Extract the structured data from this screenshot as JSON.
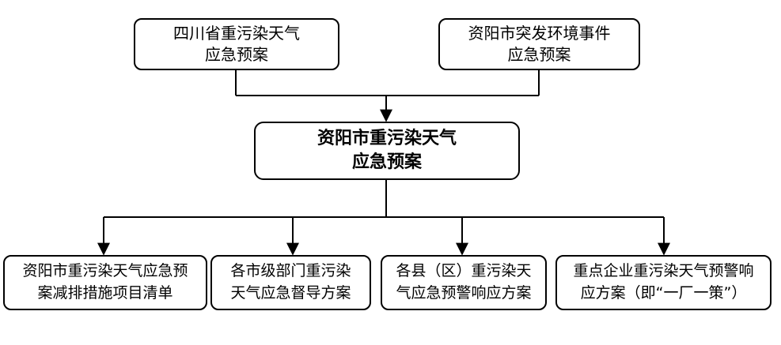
{
  "nodes": {
    "top_left": {
      "line1": "四川省重污染天气",
      "line2": "应急预案"
    },
    "top_right": {
      "line1": "资阳市突发环境事件",
      "line2": "应急预案"
    },
    "center": {
      "line1": "资阳市重污染天气",
      "line2": "应急预案"
    },
    "bottom": [
      {
        "line1": "资阳市重污染天气应急预",
        "line2": "案减排措施项目清单"
      },
      {
        "line1": "各市级部门重污染",
        "line2": "天气应急督导方案"
      },
      {
        "line1": "各县（区）重污染天",
        "line2": "气应急预警响应方案"
      },
      {
        "line1": "重点企业重污染天气预警响",
        "line2": "应方案（即“一厂一策”）"
      }
    ]
  },
  "colors": {
    "line": "#000000",
    "box_border": "#000000",
    "background": "#ffffff"
  }
}
